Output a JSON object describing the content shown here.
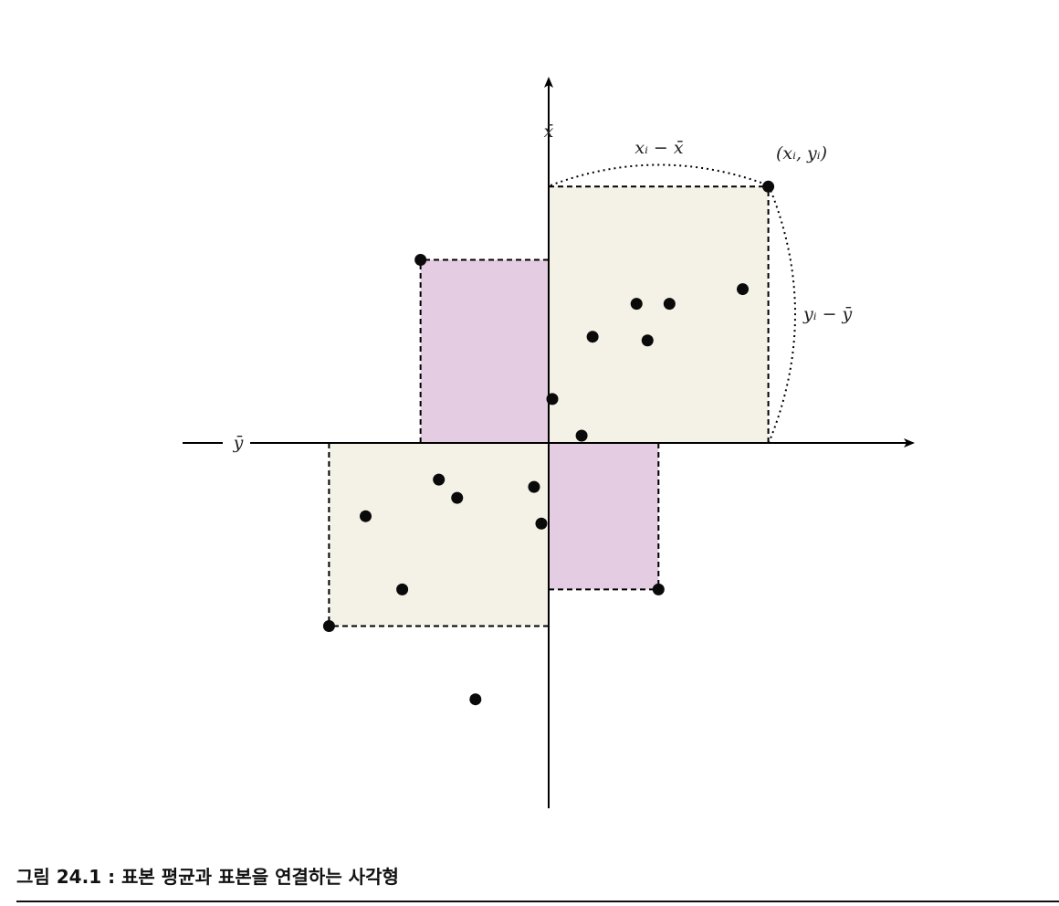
{
  "figure": {
    "axis_labels": {
      "vertical": "x̄",
      "horizontal": "ȳ"
    },
    "annotations": {
      "point_label": "(xᵢ, yᵢ)",
      "horizontal_deviation": "xᵢ − x̄",
      "vertical_deviation": "yᵢ − ȳ"
    },
    "colors": {
      "positive_rect": "#f4f2e6",
      "negative_rect": "#e4cce2",
      "points": "#0a0a0a",
      "axes": "#000000"
    },
    "points": [
      {
        "x": 6,
        "y": 7
      },
      {
        "x": -3.5,
        "y": 5
      },
      {
        "x": 5.3,
        "y": 4.2
      },
      {
        "x": 2.4,
        "y": 3.8
      },
      {
        "x": 3.3,
        "y": 3.8
      },
      {
        "x": 1.2,
        "y": 2.9
      },
      {
        "x": 2.7,
        "y": 2.8
      },
      {
        "x": 0.1,
        "y": 1.2
      },
      {
        "x": 0.9,
        "y": 0.2
      },
      {
        "x": -3.0,
        "y": -1.0
      },
      {
        "x": -2.5,
        "y": -1.5
      },
      {
        "x": -0.4,
        "y": -1.2
      },
      {
        "x": -0.2,
        "y": -2.2
      },
      {
        "x": -5.0,
        "y": -2.0
      },
      {
        "x": -4.0,
        "y": -4.0
      },
      {
        "x": 3.0,
        "y": -4.0
      },
      {
        "x": -6.0,
        "y": -5.0
      },
      {
        "x": -2.0,
        "y": -7.0
      }
    ],
    "rectangles": [
      {
        "type": "positive",
        "corner": {
          "x": 6,
          "y": 7
        }
      },
      {
        "type": "negative",
        "corner": {
          "x": -3.5,
          "y": 5
        }
      },
      {
        "type": "positive",
        "corner": {
          "x": -6,
          "y": -5
        }
      },
      {
        "type": "negative",
        "corner": {
          "x": 3,
          "y": -4
        }
      }
    ]
  },
  "caption": "그림 24.1 : 표본 평균과 표본을 연결하는 사각형"
}
